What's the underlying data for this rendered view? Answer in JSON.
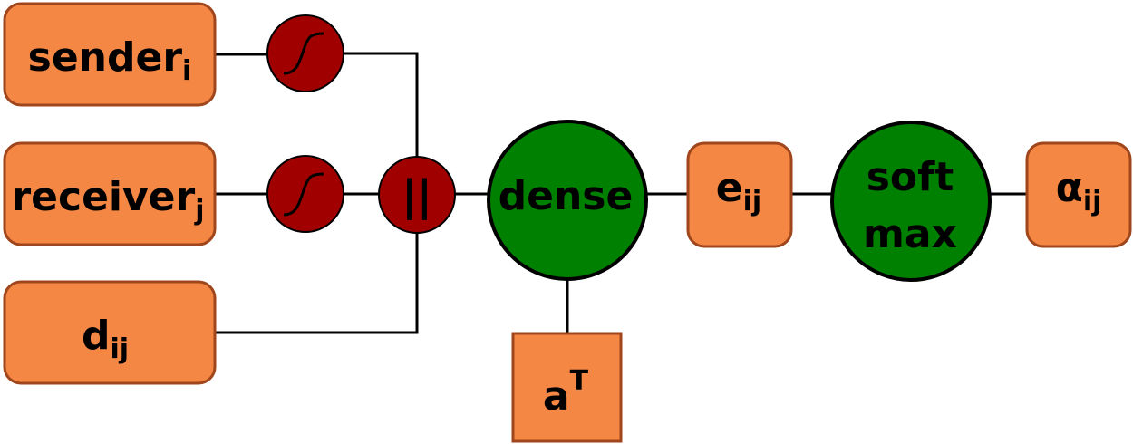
{
  "nodes": {
    "sender": {
      "text": "sender",
      "sub": "i"
    },
    "receiver": {
      "text": "receiver",
      "sub": "j"
    },
    "distance": {
      "text": "d",
      "sub": "ij"
    },
    "concat": {
      "text": "||"
    },
    "dense": {
      "text": "dense"
    },
    "weight": {
      "text": "a",
      "sup": "T"
    },
    "score": {
      "text": "e",
      "sub": "ij"
    },
    "softmax": {
      "line1": "soft",
      "line2": "max"
    },
    "alpha": {
      "text": "α",
      "sub": "ij"
    }
  },
  "colors": {
    "box_fill": "#f58745",
    "box_stroke": "#a0461c",
    "sigmoid_fill": "#a00000",
    "dense_fill": "#008000"
  }
}
